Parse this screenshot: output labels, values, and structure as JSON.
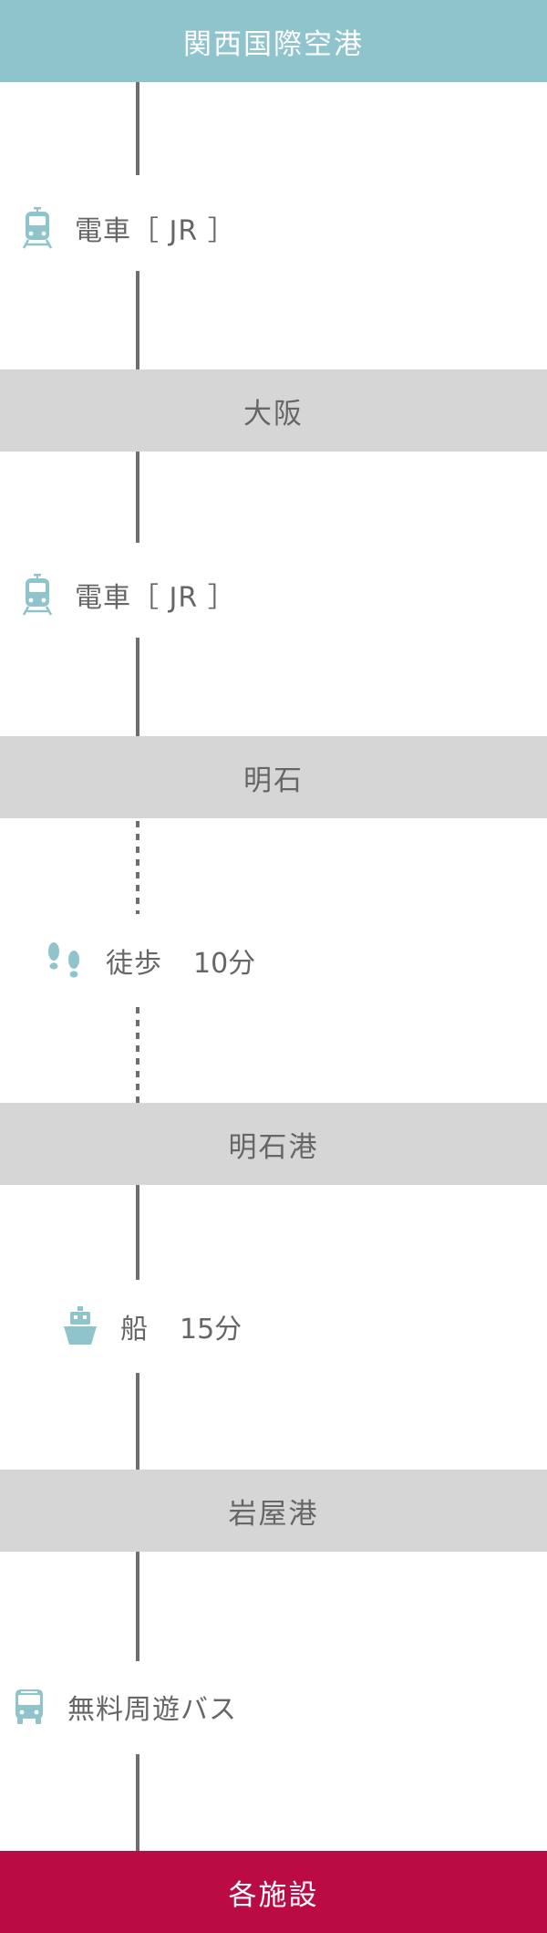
{
  "stations": [
    {
      "name": "関西国際空港"
    },
    {
      "name": "大阪"
    },
    {
      "name": "明石"
    },
    {
      "name": "明石港"
    },
    {
      "name": "岩屋港"
    },
    {
      "name": "各施設"
    }
  ],
  "legs": [
    {
      "icon": "train-icon",
      "mode": "電車［ JR ］",
      "time": ""
    },
    {
      "icon": "train-icon",
      "mode": "電車［ JR ］",
      "time": ""
    },
    {
      "icon": "footprints-icon",
      "mode": "徒歩",
      "time": "10分"
    },
    {
      "icon": "ferry-icon",
      "mode": "船",
      "time": "15分"
    },
    {
      "icon": "bus-icon",
      "mode": "無料周遊バス",
      "time": ""
    }
  ],
  "colors": {
    "origin": "#8fc4cd",
    "destination": "#bb0b44",
    "station": "#d6d6d6",
    "icon": "#8fc4cd",
    "line": "#6e6e6e"
  }
}
